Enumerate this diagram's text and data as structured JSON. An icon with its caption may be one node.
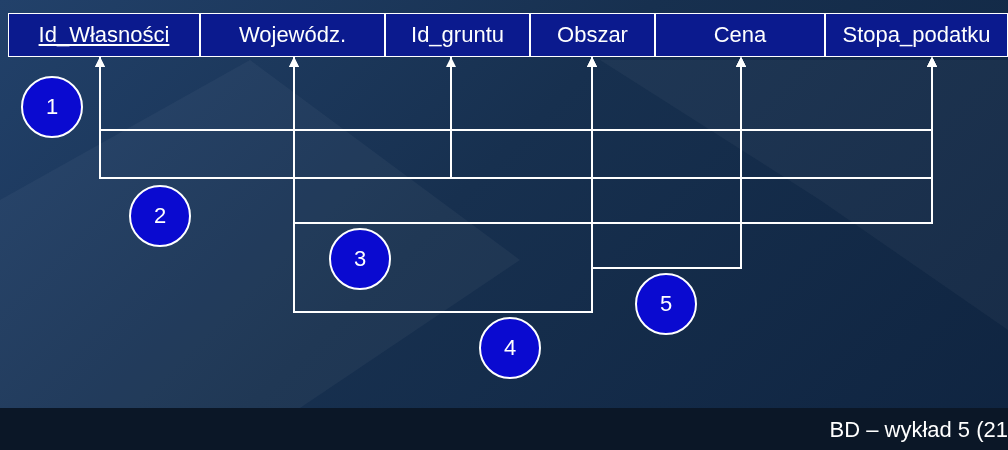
{
  "diagram": {
    "nodes": [
      {
        "text": [
          "Id_Własności"
        ]
      },
      {
        "text": [
          "Wojewódz."
        ]
      },
      {
        "text": [
          "Id_gruntu"
        ]
      },
      {
        "text": [
          "Obszar"
        ]
      },
      {
        "text": [
          "Cena"
        ]
      },
      {
        "text": [
          "Stopa_podatku"
        ]
      },
      {
        "text": [
          "1"
        ]
      },
      {
        "text": [
          "2"
        ]
      },
      {
        "text": [
          "3"
        ]
      },
      {
        "text": [
          "4"
        ]
      },
      {
        "text": [
          "5"
        ]
      }
    ],
    "edges": [
      {
        "from": 0,
        "to": 1,
        "arrow": "to"
      },
      {
        "from": 0,
        "to": 2,
        "arrow": "to"
      },
      {
        "from": 0,
        "to": 3,
        "arrow": "to"
      },
      {
        "from": 0,
        "to": 4,
        "arrow": "to"
      },
      {
        "from": 0,
        "to": 5,
        "arrow": "to"
      },
      {
        "from": 1,
        "to": 0,
        "arrow": "to"
      },
      {
        "from": 1,
        "to": 3,
        "arrow": "to"
      },
      {
        "from": 1,
        "to": 4,
        "arrow": "to"
      },
      {
        "from": 1,
        "to": 5,
        "arrow": "to"
      },
      {
        "from": 2,
        "to": 0,
        "arrow": "to"
      },
      {
        "from": 2,
        "to": 3,
        "arrow": "to"
      },
      {
        "from": 2,
        "to": 4,
        "arrow": "to"
      },
      {
        "from": 2,
        "to": 5,
        "arrow": "to"
      },
      {
        "from": 1,
        "to": 5,
        "arrow": "to"
      },
      {
        "from": 3,
        "to": 1,
        "arrow": "to"
      },
      {
        "from": 3,
        "to": 4,
        "arrow": "to"
      }
    ],
    "labels": [
      "BD – wykład 5 (21"
    ]
  }
}
